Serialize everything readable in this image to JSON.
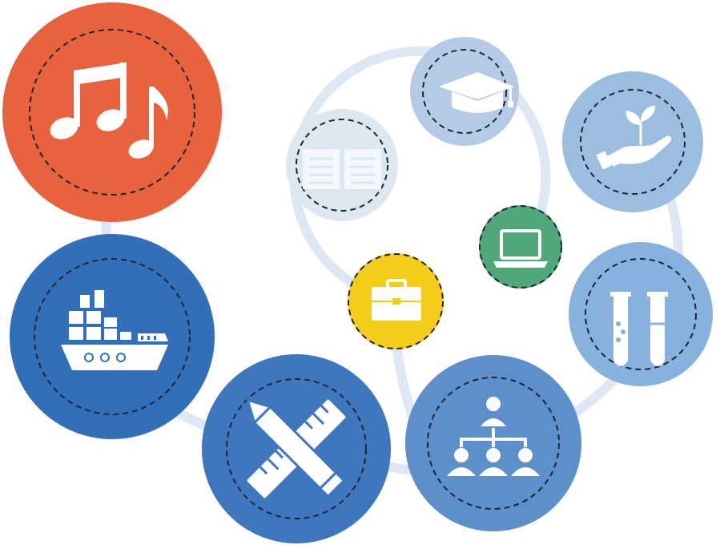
{
  "diagram": {
    "colors": {
      "music": "#e9623e",
      "shipping": "#3170b9",
      "tools": "#3e77be",
      "team": "#5d8fca",
      "science": "#88b2de",
      "environment": "#9bbde0",
      "education": "#b5cbe5",
      "reading": "#dde7f2",
      "business": "#f4cd1b",
      "technology": "#4ea87a",
      "connector": "#dde8f4"
    },
    "nodes": [
      {
        "id": "music",
        "icon": "music-notes-icon",
        "color_key": "music"
      },
      {
        "id": "shipping",
        "icon": "cargo-ship-icon",
        "color_key": "shipping"
      },
      {
        "id": "tools",
        "icon": "ruler-pencil-icon",
        "color_key": "tools"
      },
      {
        "id": "team",
        "icon": "org-chart-icon",
        "color_key": "team"
      },
      {
        "id": "science",
        "icon": "test-tubes-icon",
        "color_key": "science"
      },
      {
        "id": "environment",
        "icon": "plant-hand-icon",
        "color_key": "environment"
      },
      {
        "id": "education",
        "icon": "graduation-cap-icon",
        "color_key": "education"
      },
      {
        "id": "reading",
        "icon": "open-book-icon",
        "color_key": "reading"
      },
      {
        "id": "business",
        "icon": "briefcase-icon",
        "color_key": "business"
      },
      {
        "id": "technology",
        "icon": "laptop-icon",
        "color_key": "technology"
      }
    ]
  }
}
